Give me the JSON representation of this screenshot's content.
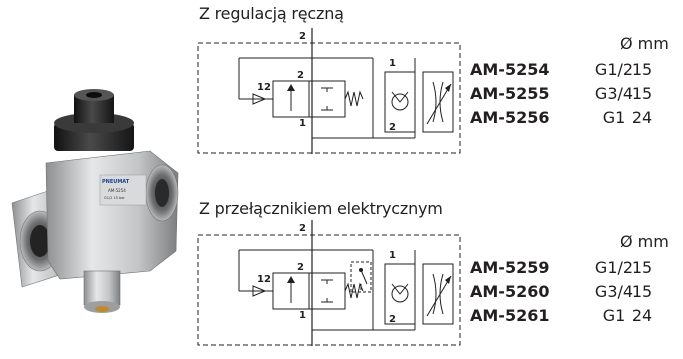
{
  "product_photo": {
    "logo": "PNEUMAT",
    "model_label": "AM-5254",
    "spec_label": "G1/2 15 bar"
  },
  "sections": [
    {
      "title": "Z regulacją ręczną",
      "diagram": {
        "port_top": "2",
        "port_mid": "2",
        "port_bottom": "1",
        "pilot": "12",
        "right_top": "1",
        "right_bottom": "2"
      },
      "header": "Ø mm",
      "rows": [
        {
          "model": "AM-5254",
          "thread": "G1/2",
          "diameter": "15"
        },
        {
          "model": "AM-5255",
          "thread": "G3/4",
          "diameter": "15"
        },
        {
          "model": "AM-5256",
          "thread": "G1",
          "diameter": "24"
        }
      ]
    },
    {
      "title": "Z przełącznikiem elektrycznym",
      "diagram": {
        "port_top": "2",
        "port_mid": "2",
        "port_bottom": "1",
        "pilot": "12",
        "right_top": "1",
        "right_bottom": "2"
      },
      "header": "Ø mm",
      "rows": [
        {
          "model": "AM-5259",
          "thread": "G1/2",
          "diameter": "15"
        },
        {
          "model": "AM-5260",
          "thread": "G3/4",
          "diameter": "15"
        },
        {
          "model": "AM-5261",
          "thread": "G1",
          "diameter": "24"
        }
      ]
    }
  ]
}
